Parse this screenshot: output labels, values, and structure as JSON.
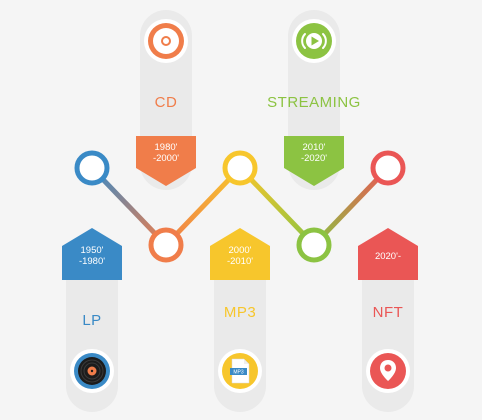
{
  "colors": {
    "lp": "#3a8ac6",
    "cd": "#f07d4a",
    "mp3": "#f7c62c",
    "streaming": "#8cc342",
    "nft": "#ea5655",
    "pill": "#eaeaea"
  },
  "eras": [
    {
      "key": "lp",
      "name": "LP",
      "years_line1": "1950'",
      "years_line2": "-1980'",
      "icon": "vinyl-record-icon"
    },
    {
      "key": "cd",
      "name": "CD",
      "years_line1": "1980'",
      "years_line2": "-2000'",
      "icon": "compact-disc-icon"
    },
    {
      "key": "mp3",
      "name": "MP3",
      "years_line1": "2000'",
      "years_line2": "-2010'",
      "icon": "mp3-file-icon",
      "file_text": "MP3"
    },
    {
      "key": "streaming",
      "name": "STREAMING",
      "years_line1": "2010'",
      "years_line2": "-2020'",
      "icon": "play-stream-icon"
    },
    {
      "key": "nft",
      "name": "NFT",
      "years_line1": "2020'-",
      "years_line2": "",
      "icon": "location-pin-icon"
    }
  ]
}
